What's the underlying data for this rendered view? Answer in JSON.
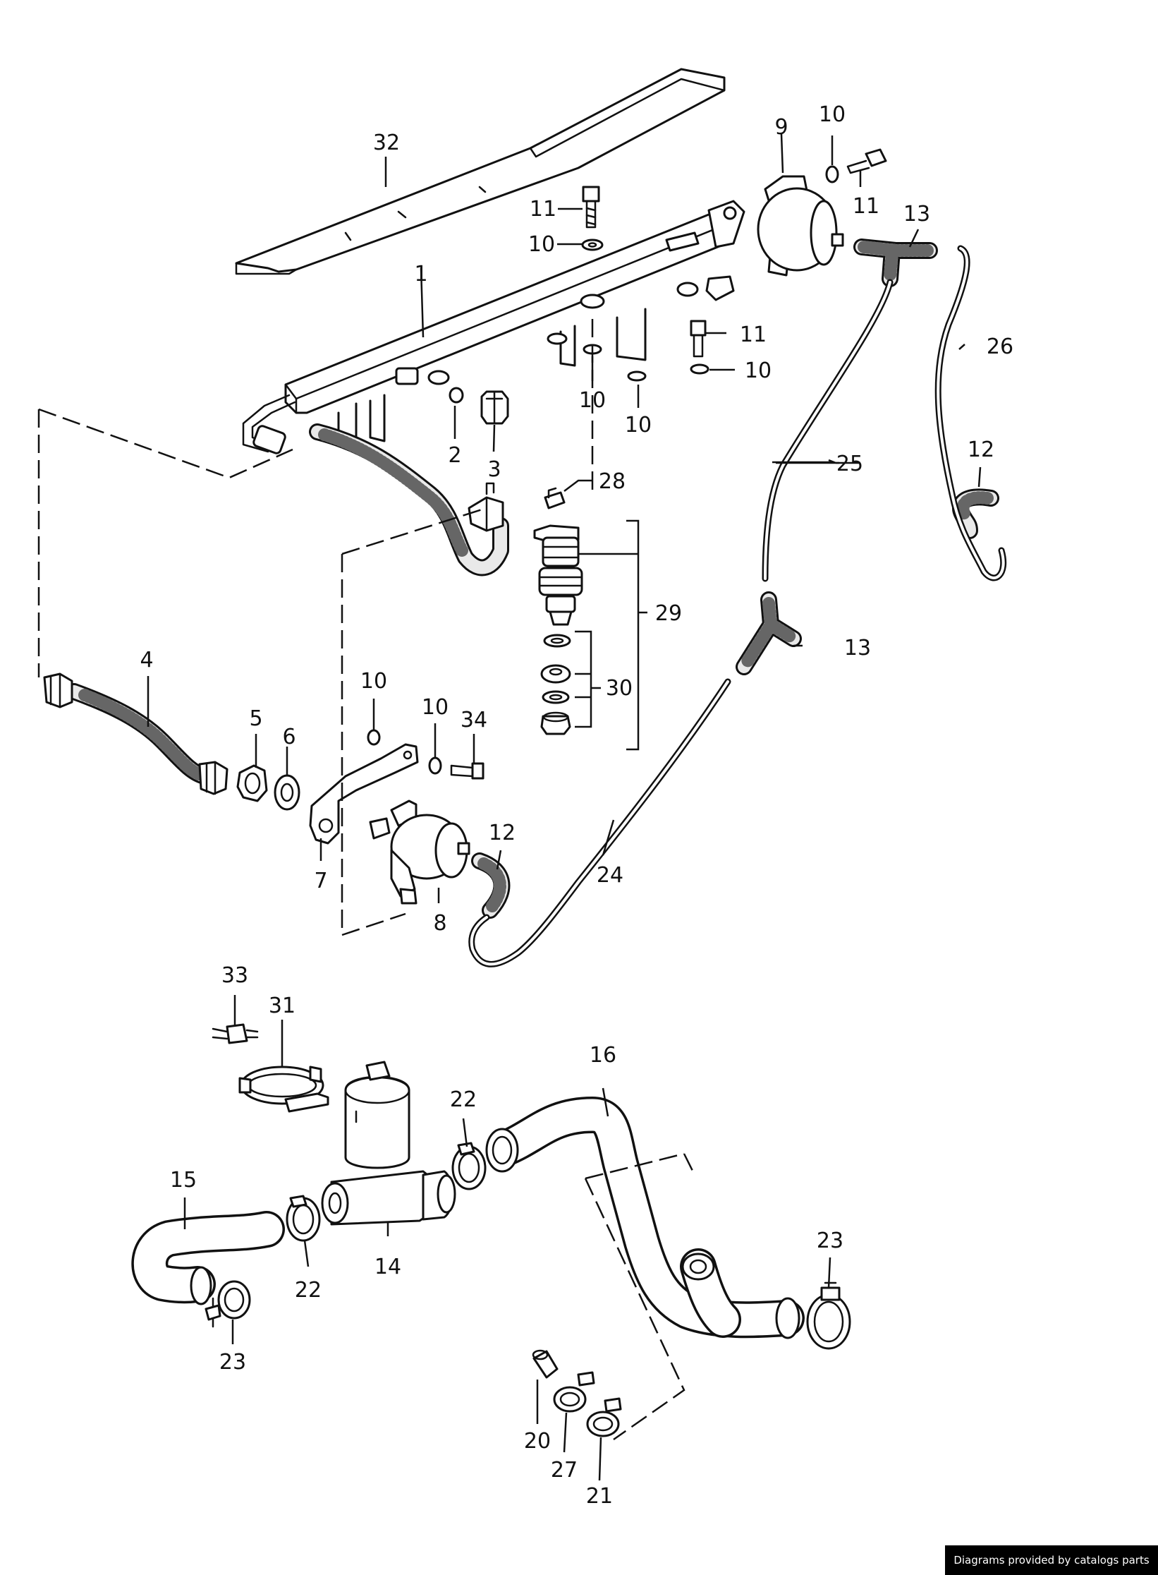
{
  "labels": {
    "l1": "1",
    "l2": "2",
    "l3": "3",
    "l4": "4",
    "l5": "5",
    "l6": "6",
    "l7": "7",
    "l8": "8",
    "l9": "9",
    "l10_top": "10",
    "l10_washer_a": "10",
    "l10_under_a": "10",
    "l10_under_b": "10",
    "l10_right": "10",
    "l10_bracket": "10",
    "l10_bolt34": "10",
    "l11_top": "11",
    "l11_right_top": "11",
    "l11_right": "11",
    "l12_right": "12",
    "l12_lower": "12",
    "l13_top": "13",
    "l13_mid": "13",
    "l14": "14",
    "l15": "15",
    "l16": "16",
    "l20": "20",
    "l21": "21",
    "l22_left": "22",
    "l22_right": "22",
    "l23_left": "23",
    "l23_right": "23",
    "l24": "24",
    "l25": "25",
    "l26": "26",
    "l27": "27",
    "l28": "28",
    "l29": "29",
    "l30": "30",
    "l31": "31",
    "l32": "32",
    "l33": "33",
    "l34": "34"
  },
  "credit": "Diagrams provided by catalogs parts"
}
